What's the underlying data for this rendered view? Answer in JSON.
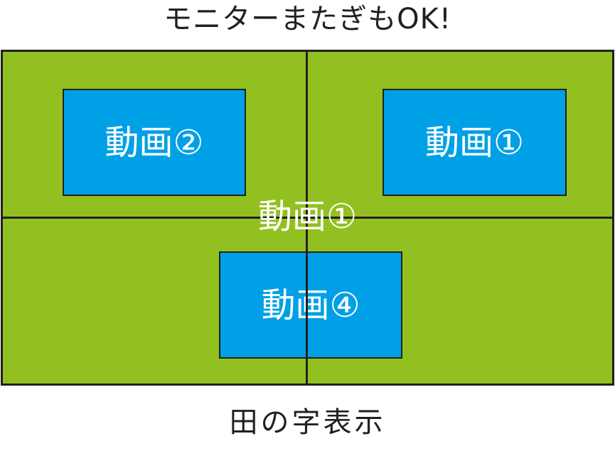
{
  "title": "モニターまたぎもOK!",
  "caption": "田の字表示",
  "screen": {
    "background_color": "#93c021",
    "line_color": "#231f20",
    "center_label": "動画①"
  },
  "videos": [
    {
      "label": "動画②",
      "color": "#00a0e6"
    },
    {
      "label": "動画①",
      "color": "#00a0e6"
    },
    {
      "label": "動画④",
      "color": "#00a0e6"
    }
  ]
}
